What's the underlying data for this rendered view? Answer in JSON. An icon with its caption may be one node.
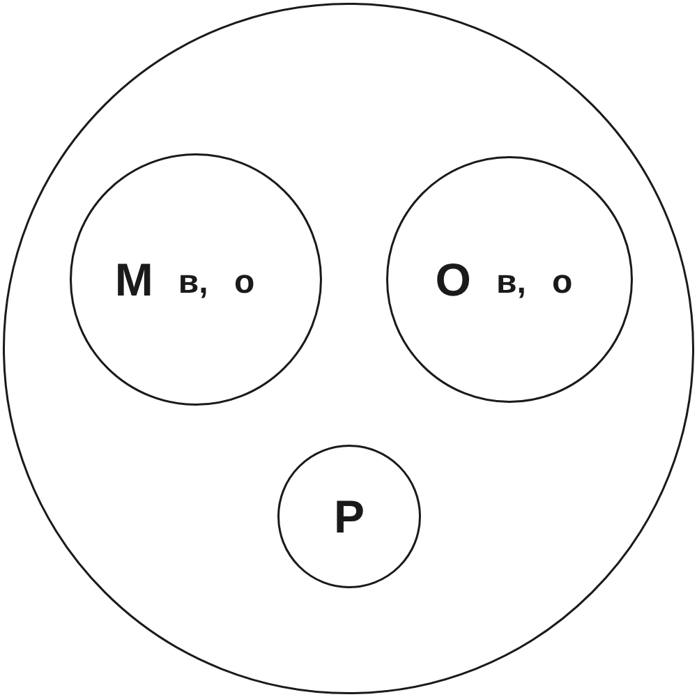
{
  "diagram": {
    "nodes": [
      {
        "text": [],
        "shape": "circle"
      },
      {
        "text": [
          "М",
          "в, о"
        ],
        "in": 0
      },
      {
        "text": [
          "О",
          "в, о"
        ],
        "in": 0
      },
      {
        "text": [
          "Р"
        ],
        "in": 0
      }
    ]
  }
}
